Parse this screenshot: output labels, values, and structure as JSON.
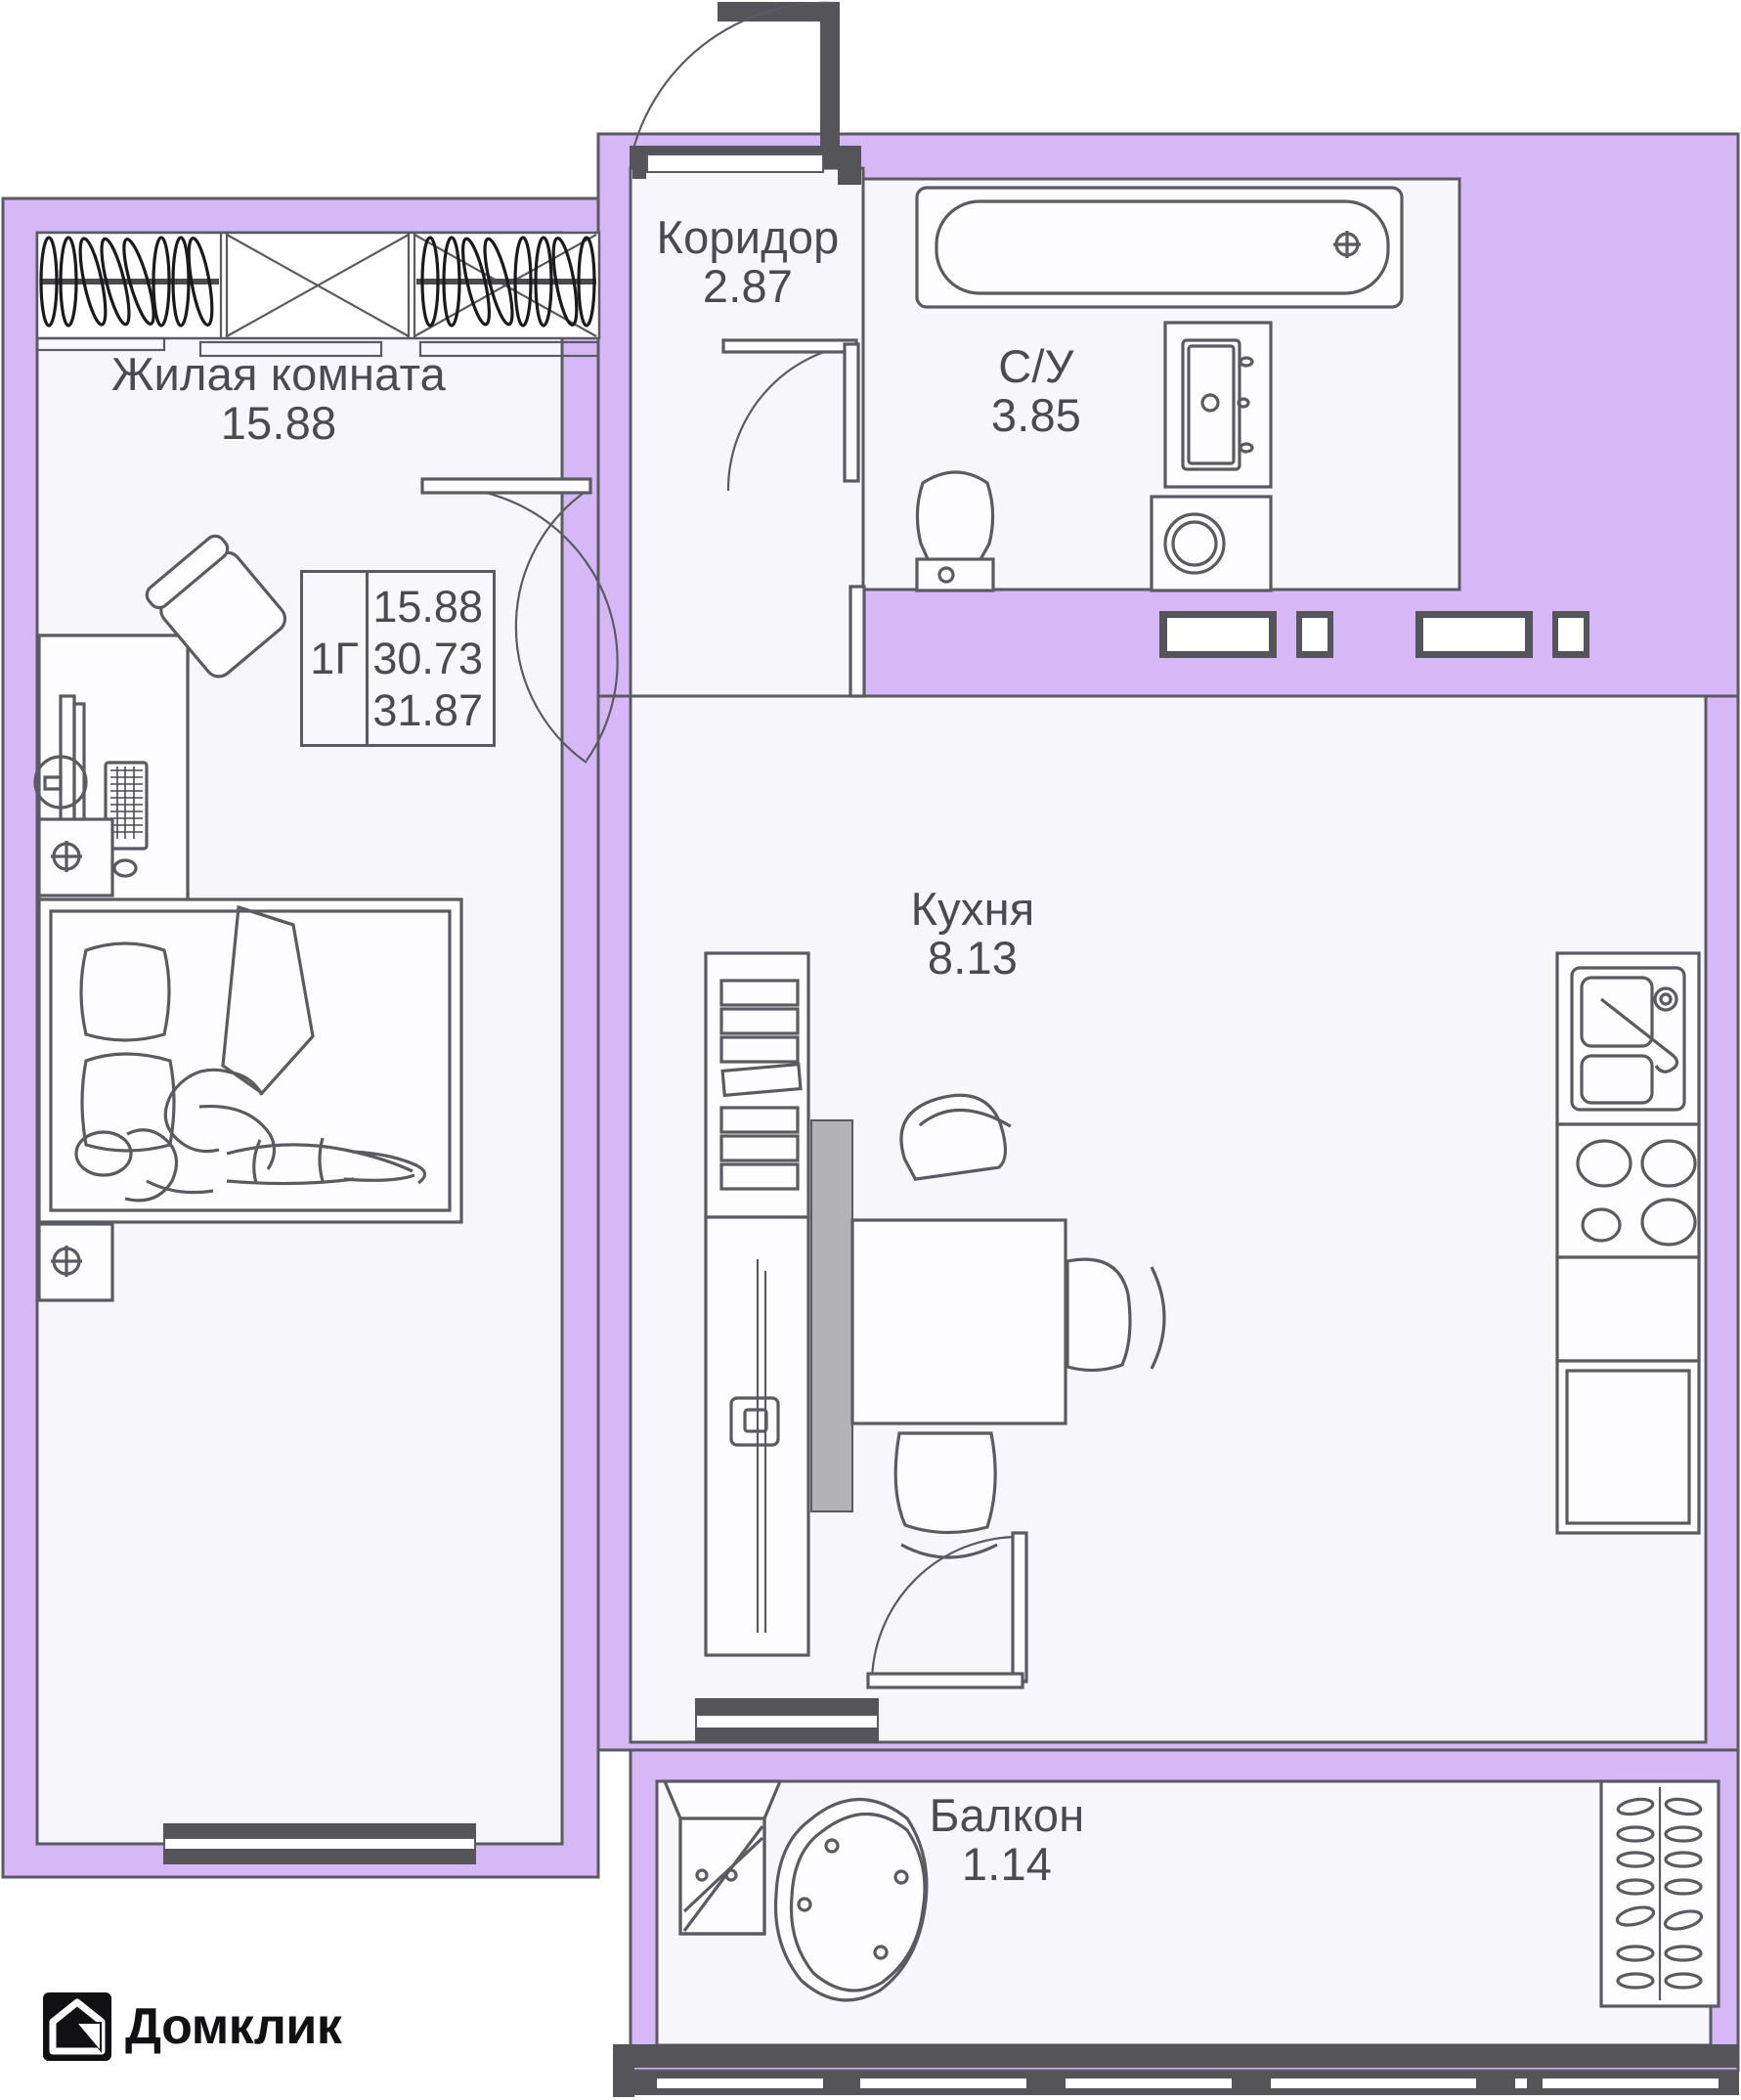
{
  "plan": {
    "type": "apartment-floor-plan",
    "layout_code": "1Г",
    "area_box": {
      "code": "1Г",
      "living_area": "15.88",
      "area_without_balcony": "30.73",
      "total_area": "31.87"
    },
    "rooms": [
      {
        "key": "living",
        "name": "Жилая комната",
        "area": "15.88"
      },
      {
        "key": "corridor",
        "name": "Коридор",
        "area": "2.87"
      },
      {
        "key": "bathroom",
        "name": "С/У",
        "area": "3.85"
      },
      {
        "key": "kitchen",
        "name": "Кухня",
        "area": "8.13"
      },
      {
        "key": "balcony",
        "name": "Балкон",
        "area": "1.14"
      }
    ],
    "colors": {
      "wall_fill": "#d6b8f7",
      "wall_stroke": "#5a5a62",
      "structural_wall": "#555559",
      "room_floor": "#f6f6fb",
      "furniture_stroke": "#5a5a62",
      "text": "#4a4a50",
      "page_background": "#ffffff"
    },
    "fixtures": [
      "wardrobe-closet",
      "desk",
      "monitor",
      "keyboard",
      "mouse",
      "office-chair",
      "bed",
      "pillow",
      "nightstand-left",
      "nightstand-right",
      "bathtub",
      "toilet",
      "sink-vanity",
      "washing-machine",
      "kitchen-sink",
      "stove",
      "countertop",
      "refrigerator",
      "dining-table",
      "dining-chair",
      "balcony-chair",
      "balcony-table",
      "drying-rack",
      "ventilation-duct",
      "entry-door",
      "interior-door",
      "window"
    ]
  },
  "branding": {
    "logo_text": "Домклик",
    "logo_icon": "house-cursor-icon"
  }
}
